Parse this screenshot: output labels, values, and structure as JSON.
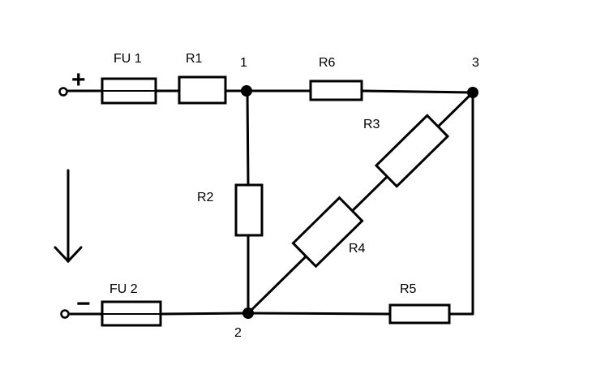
{
  "labels": {
    "fu1": "FU 1",
    "fu2": "FU 2",
    "r1": "R1",
    "r2": "R2",
    "r3": "R3",
    "r4": "R4",
    "r5": "R5",
    "r6": "R6",
    "node1": "1",
    "node2": "2",
    "node3": "3",
    "plus": "+",
    "minus": "−"
  }
}
